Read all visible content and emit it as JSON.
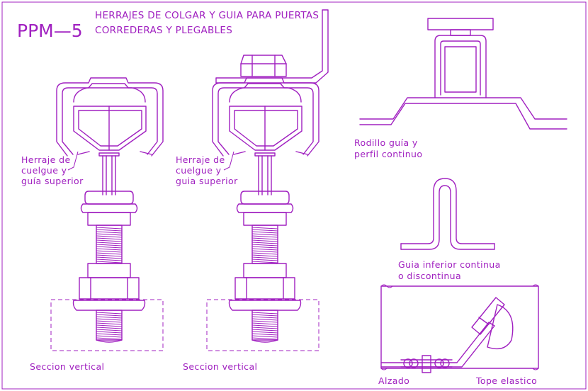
{
  "drawing": {
    "code": "PPM—5",
    "title_line1": "HERRAJES DE COLGAR Y GUIA PARA PUERTAS",
    "title_line2": "CORREDERAS Y PLEGABLES",
    "line_color": "#a020c0",
    "background": "#ffffff"
  },
  "labels": {
    "left_callout": [
      "Herraje de",
      "cuelgue y",
      "guía superior"
    ],
    "middle_callout": [
      "Herraje de",
      "cuelgue y",
      "guia superior"
    ],
    "left_caption": "Seccion vertical",
    "middle_caption": "Seccion vertical",
    "roller_caption": [
      "Rodillo guía y",
      "perfil continuo"
    ],
    "guide_caption": [
      "Guia inferior continua",
      "o discontinua"
    ],
    "elevation_caption": "Alzado",
    "stop_caption": "Tope elastico"
  }
}
